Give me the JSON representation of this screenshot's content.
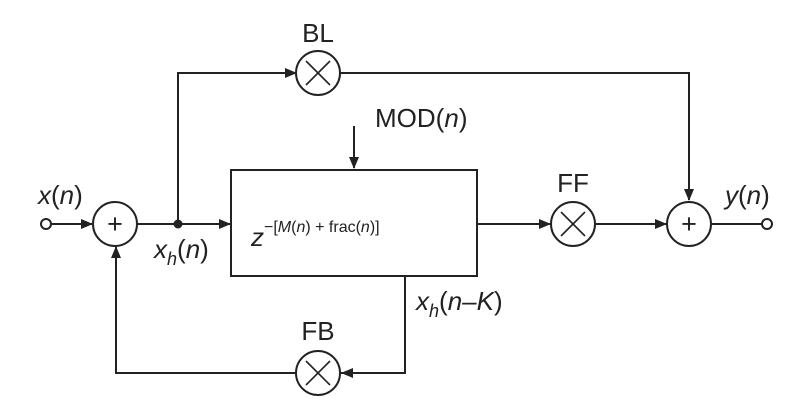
{
  "labels": {
    "bl": "BL",
    "ff": "FF",
    "fb": "FB",
    "mod_name": "MOD",
    "mod_arg": "n",
    "input_fn": "x",
    "input_arg": "n",
    "output_fn": "y",
    "output_arg": "n",
    "xh_fn": "x",
    "xh_sub": "h",
    "xh_arg": "n",
    "xhk_fn": "x",
    "xhk_sub": "h",
    "xhk_arg_n": "n",
    "xhk_minus": "–",
    "xhk_arg_k": "K"
  },
  "delay_block": {
    "base": "z",
    "exp_prefix": "−[",
    "exp_m": "M",
    "exp_n1": "n",
    "exp_mid": ") + frac(",
    "exp_n2": "n",
    "exp_suffix": ")]"
  },
  "symbols": {
    "sum": "+",
    "paren_open": "(",
    "paren_close": ")"
  },
  "icons": {
    "multiplier": "multiply-circle-icon",
    "summer": "plus-circle-icon",
    "terminal": "open-circle-terminal-icon",
    "junction": "filled-dot-icon"
  },
  "colors": {
    "ink": "#222222",
    "background": "#ffffff"
  }
}
